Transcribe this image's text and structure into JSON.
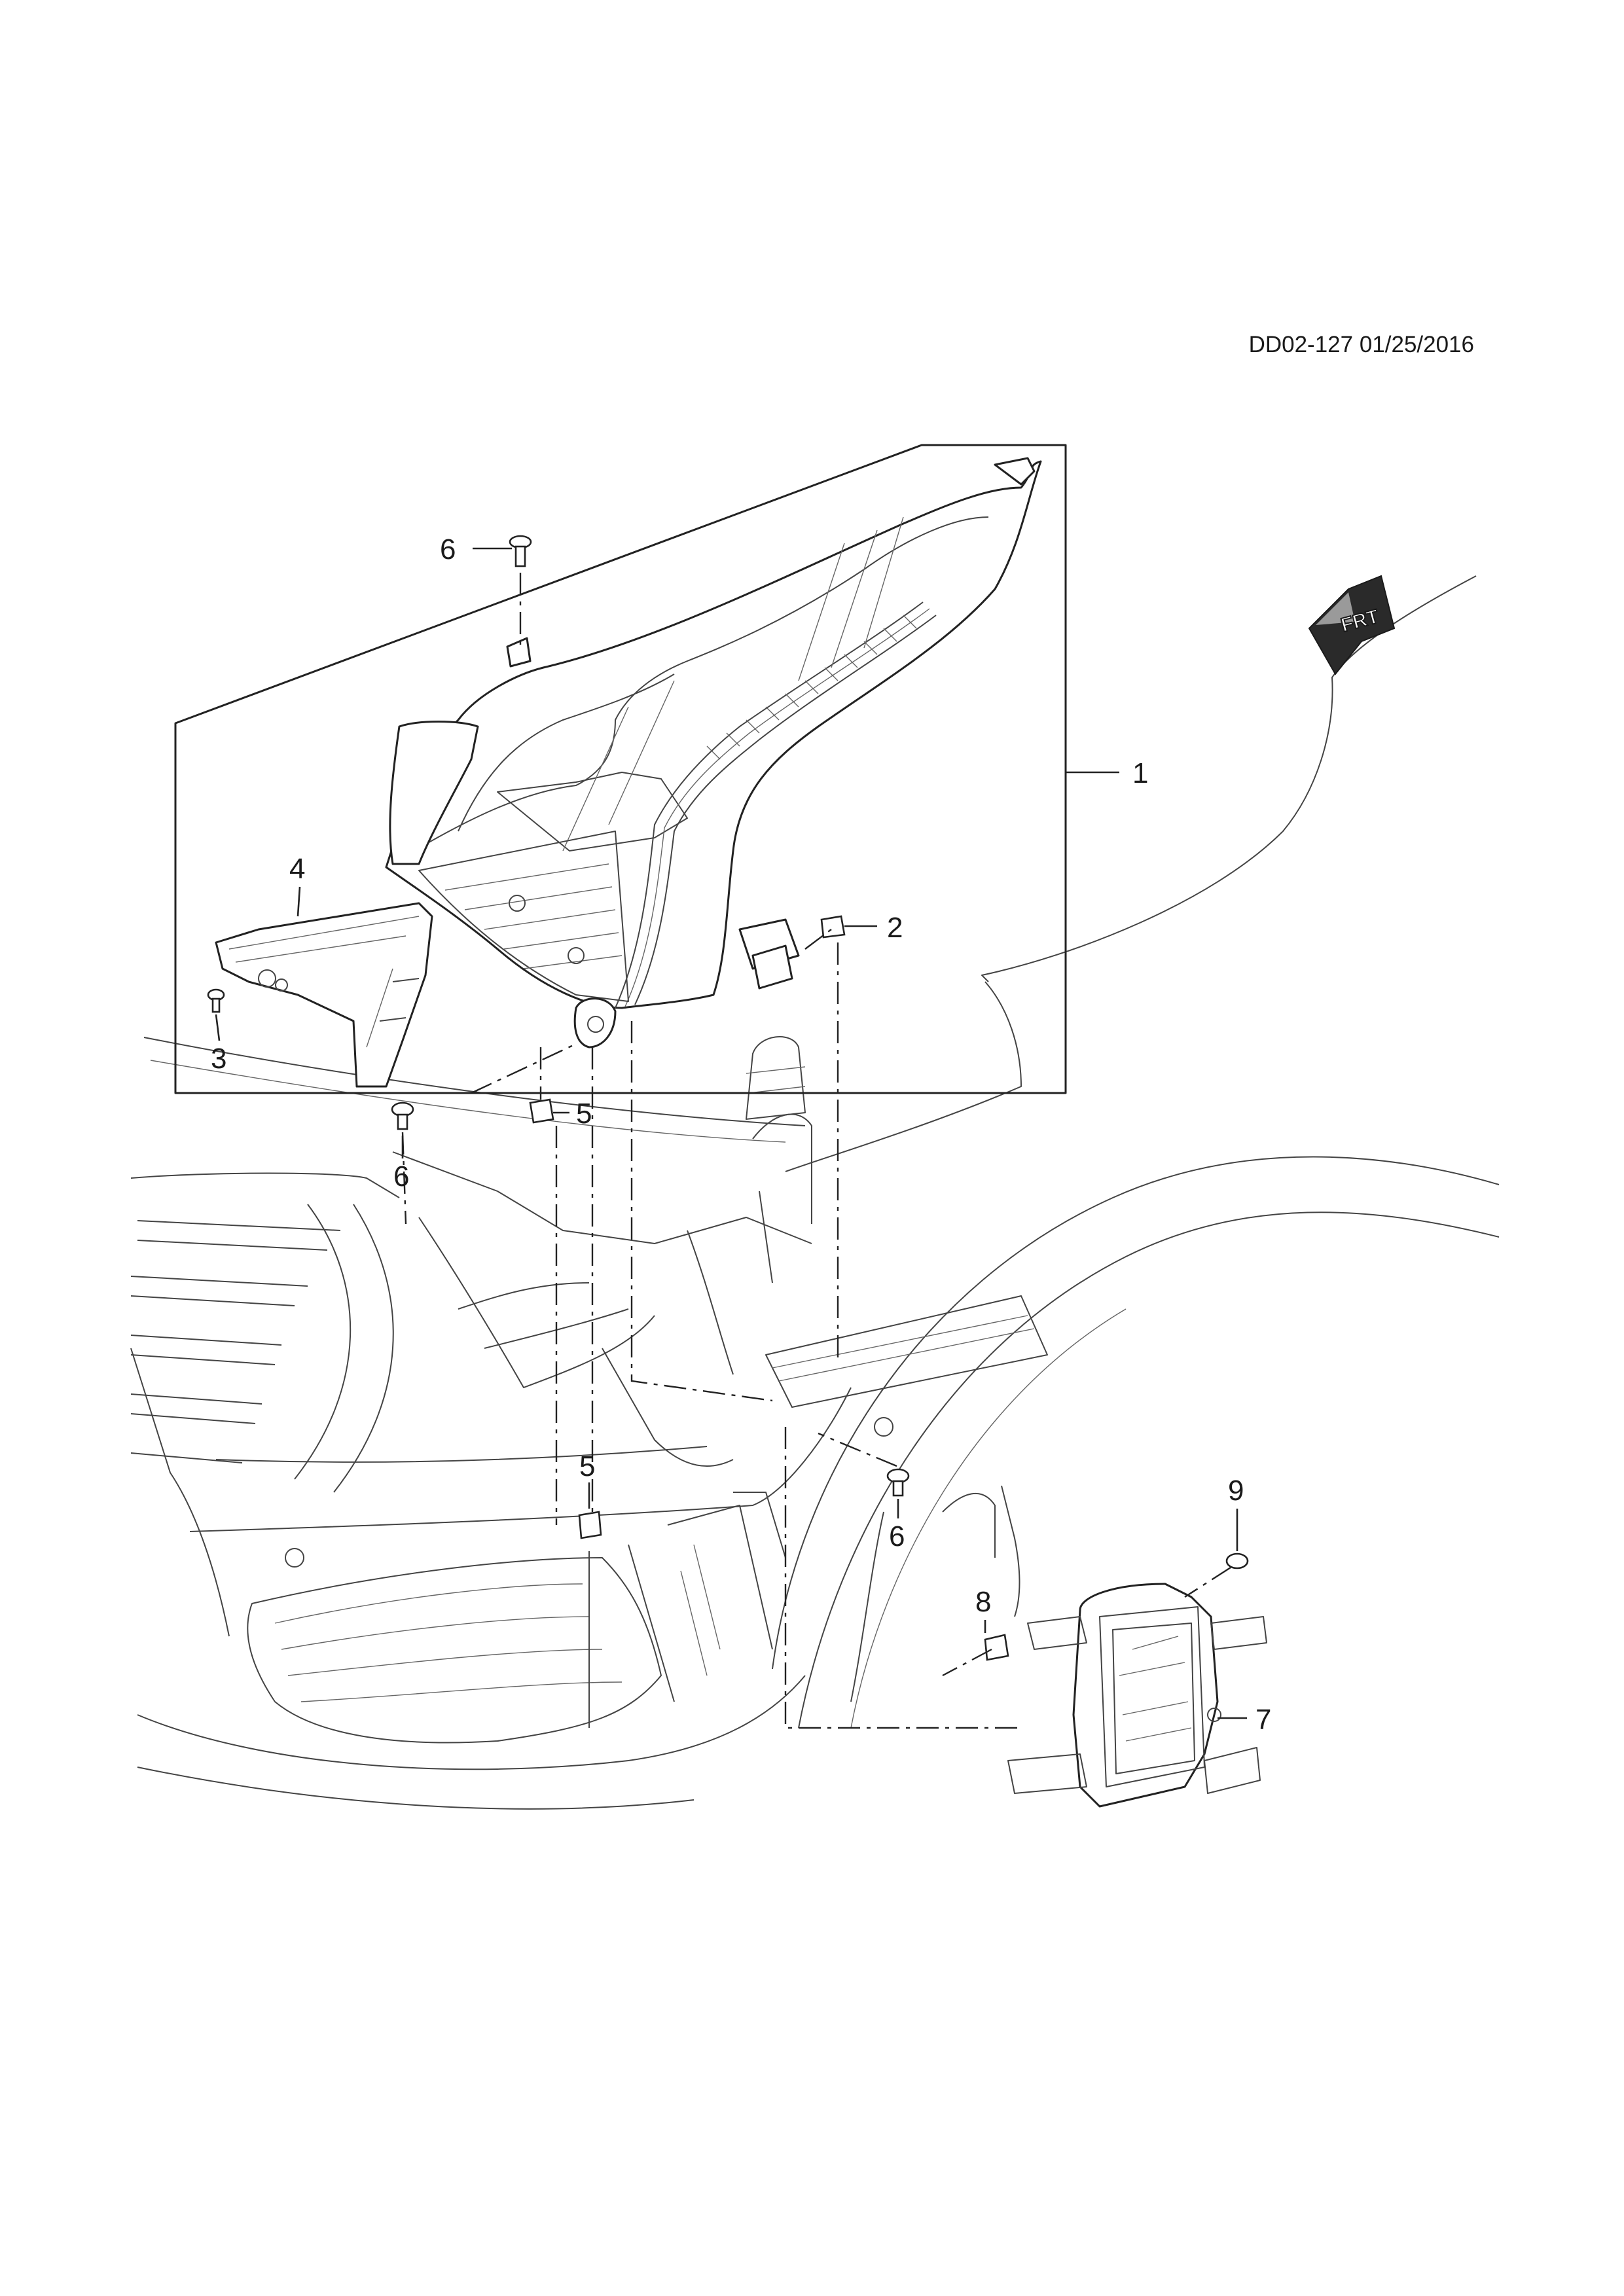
{
  "header": {
    "diagram_id": "DD02-127 01/25/2016"
  },
  "orientation_arrow": {
    "label": "FRT",
    "icon": "front-direction-arrow-icon"
  },
  "callouts": {
    "c1": "1",
    "c2": "2",
    "c3": "3",
    "c4": "4",
    "c5a": "5",
    "c5b": "5",
    "c6a": "6",
    "c6b": "6",
    "c6c": "6",
    "c7": "7",
    "c8": "8",
    "c9": "9"
  }
}
